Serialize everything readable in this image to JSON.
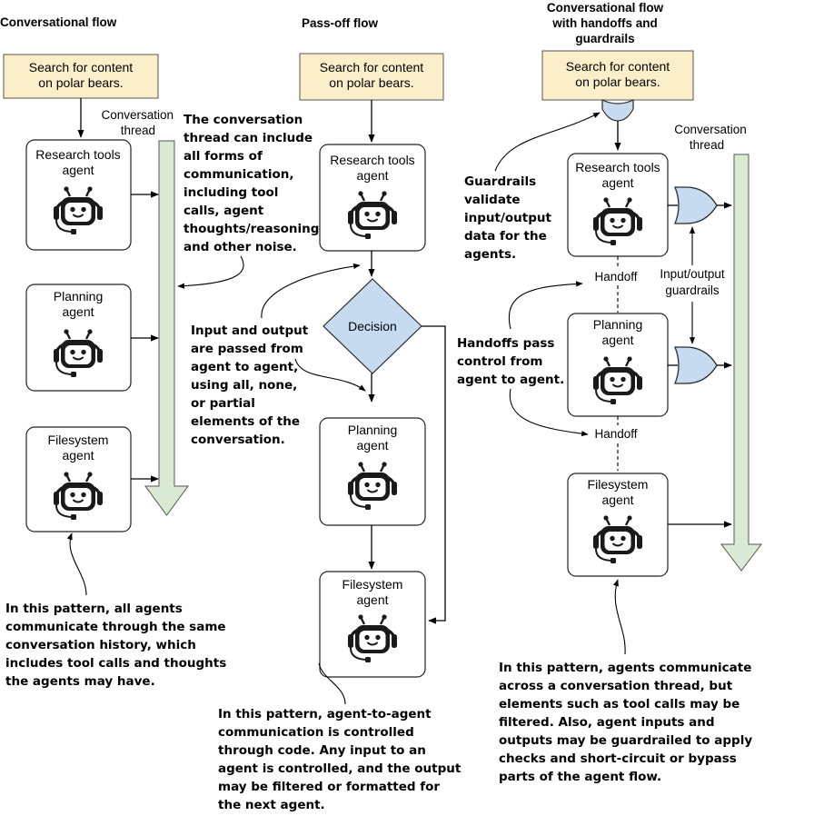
{
  "query": {
    "line1": "Search for content",
    "line2": "on polar bears."
  },
  "thread_label": {
    "line1": "Conversation",
    "line2": "thread"
  },
  "agents": {
    "research": {
      "line1": "Research tools",
      "line2": "agent"
    },
    "planning": {
      "line1": "Planning",
      "line2": "agent"
    },
    "filesystem": {
      "line1": "Filesystem",
      "line2": "agent"
    }
  },
  "col1": {
    "title": "Conversational flow",
    "thread_note": [
      "The conversation",
      "thread can include",
      "all forms of",
      "communication,",
      "including tool",
      "calls, agent",
      "thoughts/reasoning,",
      "and other noise."
    ],
    "pattern_note": [
      "In this pattern, all agents",
      "communicate through the same",
      "conversation history, which",
      "includes tool calls and thoughts",
      "the agents may have."
    ]
  },
  "col2": {
    "title": "Pass-off flow",
    "decision": "Decision",
    "io_note": [
      "Input and output",
      "are passed from",
      "agent to agent,",
      "using all, none,",
      "or partial",
      "elements of the",
      "conversation."
    ],
    "pattern_note": [
      "In this pattern, agent-to-agent",
      "communication is controlled",
      "through code. Any input to an",
      "agent is controlled, and the output",
      "may be filtered or formatted for",
      "the next agent."
    ]
  },
  "col3": {
    "title": [
      "Conversational flow",
      "with handoffs and",
      "guardrails"
    ],
    "handoff": "Handoff",
    "io_guardrails": [
      "Input/output",
      "guardrails"
    ],
    "guard_note": [
      "Guardrails",
      "validate",
      "input/output",
      "data for the",
      "agents."
    ],
    "handoff_note": [
      "Handoffs pass",
      "control from",
      "agent to agent."
    ],
    "pattern_note": [
      "In this pattern, agents communicate",
      "across a conversation thread, but",
      "elements such as tool calls may be",
      "filtered. Also, agent inputs and",
      "outputs may be guardrailed to apply",
      "checks and short-circuit or bypass",
      "parts of the agent flow."
    ]
  },
  "colors": {
    "query_fill": "#fbefc9",
    "thread_fill": "#d9ead3",
    "gate_fill": "#c6dbef"
  },
  "icons": [
    "robot-icon"
  ]
}
